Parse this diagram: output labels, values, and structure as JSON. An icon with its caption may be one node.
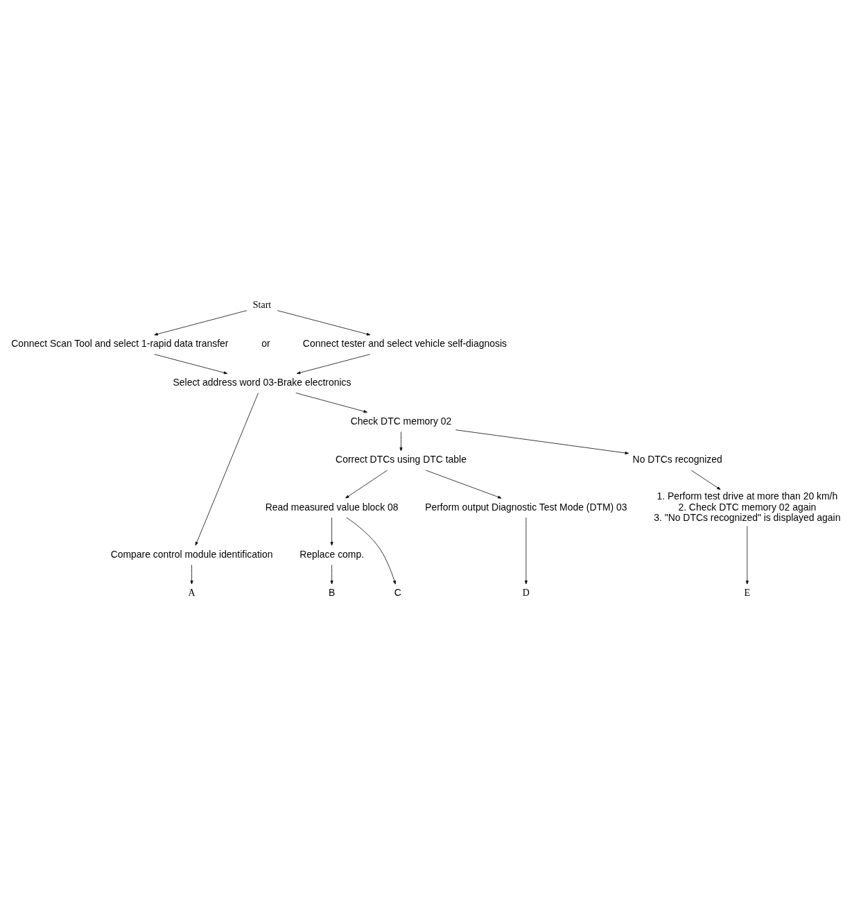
{
  "diagram": {
    "nodes": [
      {
        "text": [
          "Start"
        ]
      },
      {
        "text": [
          "Connect Scan Tool and select 1-rapid data transfer"
        ]
      },
      {
        "text": [
          "Connect tester and select vehicle self-diagnosis"
        ]
      },
      {
        "text": [
          "Select address word 03-Brake electronics"
        ]
      },
      {
        "text": [
          "Compare control module identification"
        ]
      },
      {
        "text": [
          "Check DTC memory 02"
        ]
      },
      {
        "text": [
          "Correct DTCs using DTC table"
        ]
      },
      {
        "text": [
          "No DTCs recognized"
        ]
      },
      {
        "text": [
          "Read measured value block 08"
        ]
      },
      {
        "text": [
          "Perform output Diagnostic Test Mode (DTM) 03"
        ]
      },
      {
        "text": [
          "Replace comp."
        ]
      },
      {
        "text": [
          "1. Perform test drive at more than 20 km/h",
          "2. Check DTC memory 02 again",
          "3. \"No DTCs recognized\" is displayed again"
        ]
      },
      {
        "text": [
          "A"
        ]
      },
      {
        "text": [
          "B"
        ]
      },
      {
        "text": [
          "C"
        ]
      },
      {
        "text": [
          "D"
        ]
      },
      {
        "text": [
          "E"
        ]
      }
    ],
    "edges": [
      {
        "from": 0,
        "to": 1,
        "arrow": "to"
      },
      {
        "from": 0,
        "to": 2,
        "arrow": "to"
      },
      {
        "from": 1,
        "to": 3,
        "arrow": "to"
      },
      {
        "from": 2,
        "to": 3,
        "arrow": "to"
      },
      {
        "from": 3,
        "to": 4,
        "arrow": "to"
      },
      {
        "from": 4,
        "to": 12,
        "arrow": "to"
      },
      {
        "from": 3,
        "to": 5,
        "arrow": "to"
      },
      {
        "from": 5,
        "to": 6,
        "arrow": "to"
      },
      {
        "from": 5,
        "to": 7,
        "arrow": "to"
      },
      {
        "from": 6,
        "to": 8,
        "arrow": "to"
      },
      {
        "from": 6,
        "to": 9,
        "arrow": "to"
      },
      {
        "from": 8,
        "to": 10,
        "arrow": "to"
      },
      {
        "from": 8,
        "to": 14,
        "arrow": "to"
      },
      {
        "from": 10,
        "to": 13,
        "arrow": "to"
      },
      {
        "from": 9,
        "to": 15,
        "arrow": "to"
      },
      {
        "from": 7,
        "to": 11,
        "arrow": "to"
      },
      {
        "from": 11,
        "to": 16,
        "arrow": "to"
      }
    ],
    "labels": [
      "or"
    ]
  }
}
